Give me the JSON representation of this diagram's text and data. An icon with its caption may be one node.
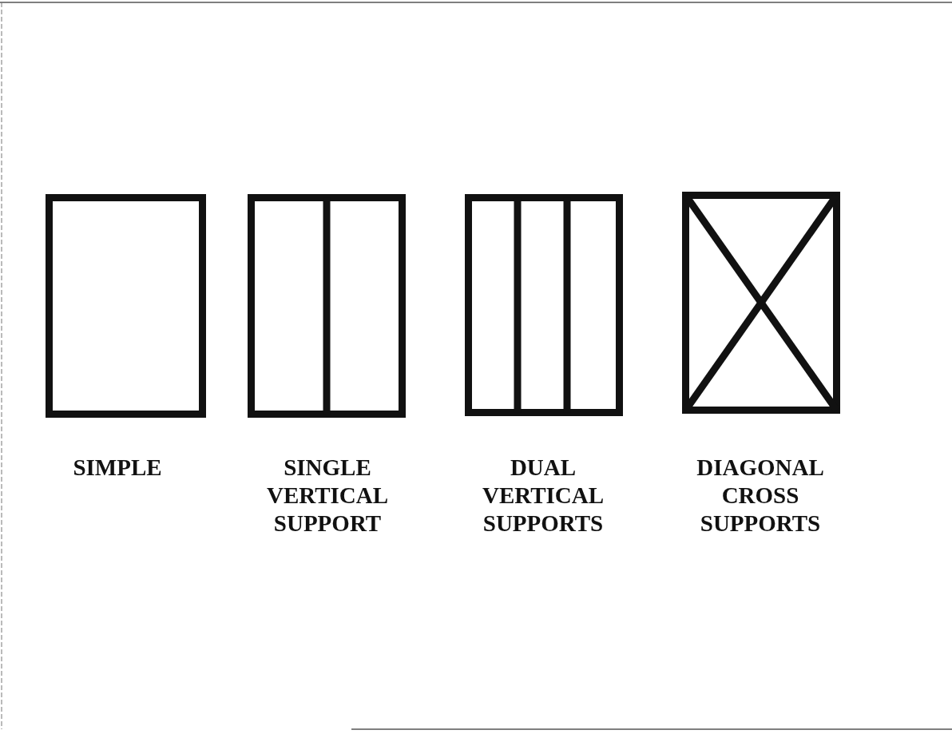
{
  "diagram": {
    "labels": [
      "SIMPLE",
      "SINGLE VERTICAL SUPPORT",
      "DUAL VERTICAL SUPPORTS",
      "DIAGONAL CROSS SUPPORTS"
    ]
  }
}
